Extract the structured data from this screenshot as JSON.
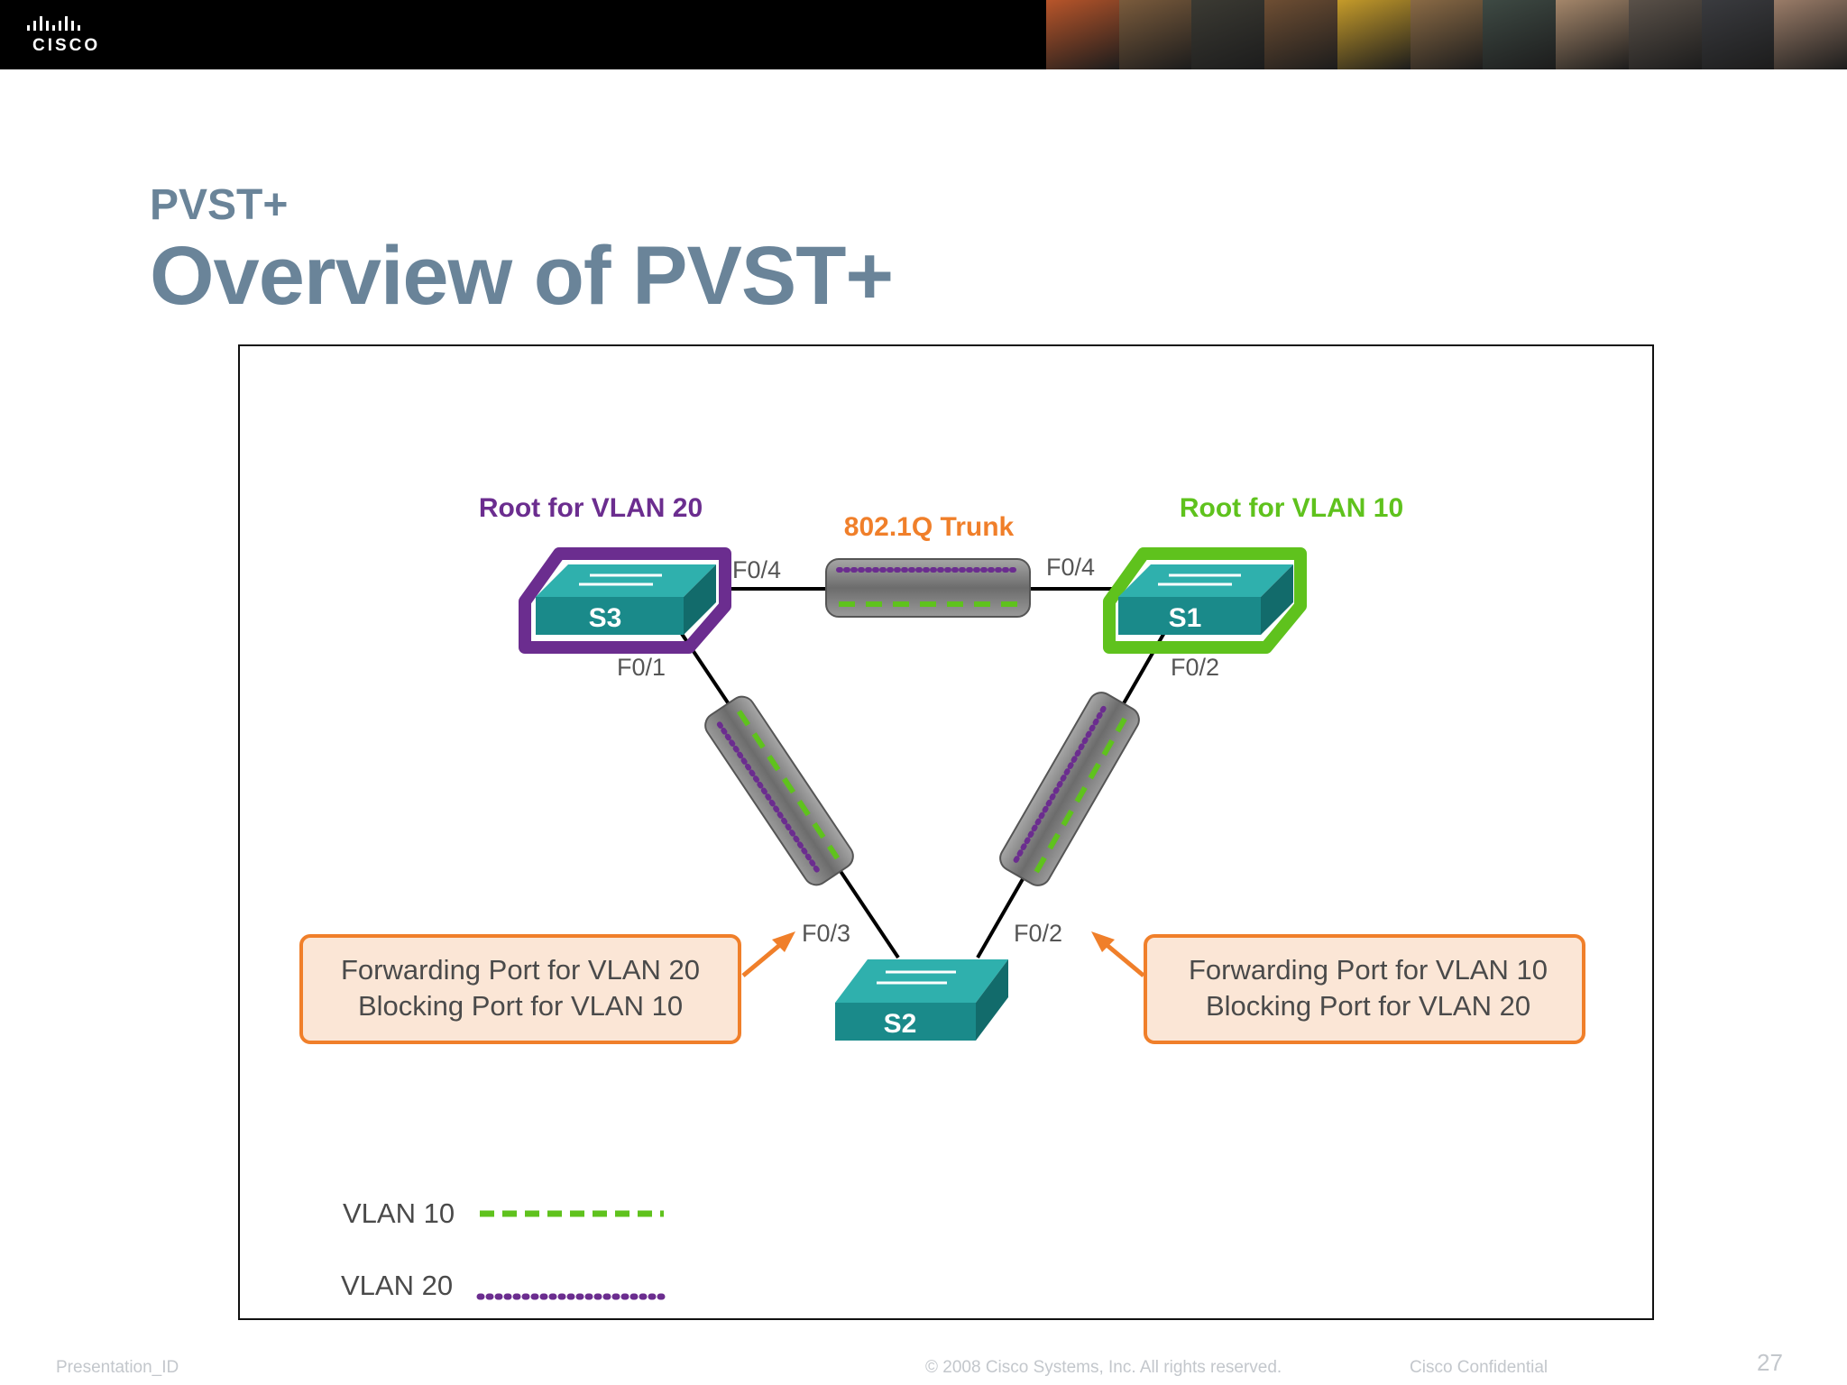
{
  "header": {
    "logo_text": "CISCO",
    "photo_colors": [
      "#b8552a",
      "#7a5b3c",
      "#3b3a33",
      "#6e4e33",
      "#c59b2a",
      "#8a6a45",
      "#3e4a44",
      "#a4866a",
      "#5a5149",
      "#3a3b3f",
      "#9a7c68"
    ]
  },
  "slide": {
    "subtitle": "PVST+",
    "title": "Overview of PVST+"
  },
  "diagram": {
    "trunk_label": "802.1Q Trunk",
    "switches": {
      "s3": {
        "label": "S3",
        "root_label": "Root for VLAN 20",
        "root_color": "#6b2d8f"
      },
      "s1": {
        "label": "S1",
        "root_label": "Root for VLAN 10",
        "root_color": "#5fc21d"
      },
      "s2": {
        "label": "S2"
      }
    },
    "ports": {
      "s3_f04": "F0/4",
      "s1_f04": "F0/4",
      "s3_f01": "F0/1",
      "s1_f02": "F0/2",
      "s2_f03": "F0/3",
      "s2_f02": "F0/2"
    },
    "callouts": {
      "left": {
        "line1": "Forwarding Port for VLAN 20",
        "line2": "Blocking Port for VLAN 10"
      },
      "right": {
        "line1": "Forwarding Port for VLAN 10",
        "line2": "Blocking Port for VLAN 20"
      }
    },
    "legend": {
      "vlan10": "VLAN 10",
      "vlan20": "VLAN 20"
    },
    "colors": {
      "vlan10": "#5fc21d",
      "vlan20": "#6b2d8f",
      "switch_teal": "#1a8a8a",
      "callout_border": "#f07f2a",
      "callout_fill": "#fbe6d6",
      "trunk_label": "#f07f2a"
    }
  },
  "footer": {
    "presentation_id": "Presentation_ID",
    "copyright": "© 2008 Cisco Systems, Inc. All rights reserved.",
    "confidential": "Cisco Confidential",
    "page_number": "27"
  }
}
